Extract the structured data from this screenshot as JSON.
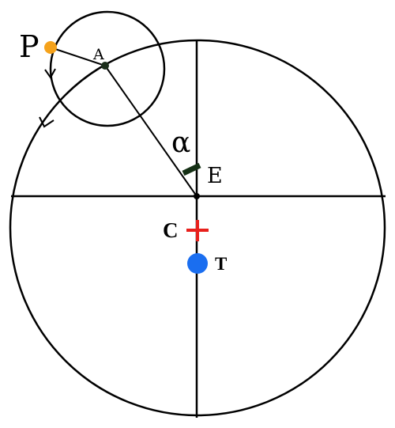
{
  "colors": {
    "stroke": "#000000",
    "planet": "#f5a21b",
    "center_c": "#e8201c",
    "point_t": "#1a6ef0",
    "point_a": "#1b2e1b",
    "angle_marker": "#153015"
  },
  "labels": {
    "p": "P",
    "a": "A",
    "alpha": "α",
    "e": "E",
    "c": "C",
    "t": "T"
  }
}
